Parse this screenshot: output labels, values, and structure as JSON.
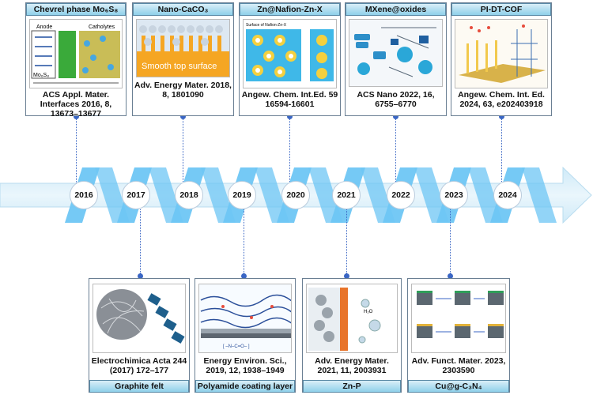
{
  "colors": {
    "arrow": "#3a9ee0",
    "band": "#6ec6f4",
    "title_bg": "#a8dcf0",
    "connector": "#3a66c4"
  },
  "years": [
    "2016",
    "2017",
    "2018",
    "2019",
    "2020",
    "2021",
    "2022",
    "2023",
    "2024"
  ],
  "top_cards": [
    {
      "title": "Chevrel phase Mo₆S₈",
      "ref": "ACS Appl. Mater. Interfaces 2016, 8, 13673–13677",
      "labels": {
        "anode": "Anode",
        "catholytes": "Catholytes",
        "mo6s8": "Mo₆S₈"
      }
    },
    {
      "title": "Nano-CaCO₃",
      "ref": "Adv. Energy Mater. 2018, 8, 1801090",
      "labels": {
        "surface": "Smooth top surface"
      }
    },
    {
      "title": "Zn@Nafion-Zn-X",
      "ref": "Angew. Chem. Int.Ed. 59 16594-16601",
      "labels": {
        "surface": "Surface of Nafion-Zn-X"
      }
    },
    {
      "title": "MXene@oxides",
      "ref": "ACS Nano 2022, 16, 6755–6770"
    },
    {
      "title": "PI-DT-COF",
      "ref": "Angew. Chem. Int. Ed. 2024, 63, e202403918"
    }
  ],
  "bottom_cards": [
    {
      "title": "Graphite felt",
      "ref": "Electrochimica Acta 244 (2017) 172–177"
    },
    {
      "title": "Polyamide coating layer",
      "ref": "Energy Environ. Sci., 2019, 12, 1938–1949"
    },
    {
      "title": "Zn-P",
      "ref": "Adv. Energy Mater. 2021, 11, 2003931"
    },
    {
      "title": "Cu@g-C₃N₄",
      "ref": "Adv. Funct. Mater. 2023, 2303590"
    }
  ]
}
